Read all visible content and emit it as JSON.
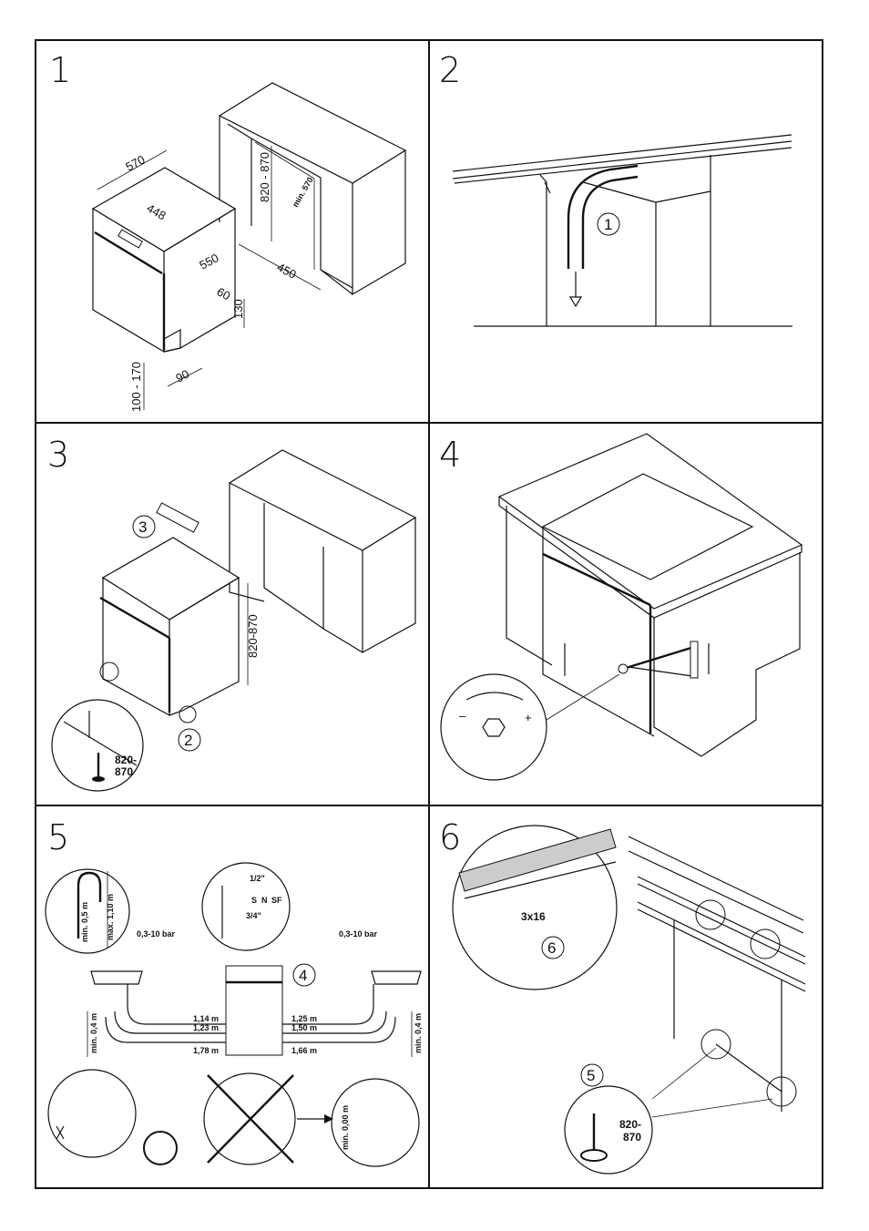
{
  "panels": [
    {
      "number": "1",
      "labels": [
        "570",
        "448",
        "820 - 870",
        "min. 570",
        "550",
        "450",
        "60",
        "130",
        "100 - 170",
        "90"
      ]
    },
    {
      "number": "2",
      "labels": [
        "1"
      ]
    },
    {
      "number": "3",
      "labels": [
        "3",
        "820-870",
        "2",
        "820-\n870"
      ]
    },
    {
      "number": "4",
      "labels": [
        "–",
        "+"
      ]
    },
    {
      "number": "5",
      "labels": [
        "max. 1,10 m",
        "min. 0,5 m",
        "0,3-10 bar",
        "0,3-10 bar",
        "1/2\"",
        "3/4\"",
        "S",
        "N",
        "SF",
        "4",
        "1,14 m",
        "1,23 m",
        "1,78 m",
        "1,25 m",
        "1,50 m",
        "1,66 m",
        "min. 0,4 m",
        "min. 0,4 m",
        "min. 0,00 m"
      ]
    },
    {
      "number": "6",
      "labels": [
        "3x16",
        "6",
        "5",
        "820-",
        "870"
      ]
    }
  ],
  "texts": {
    "p1_570": "570",
    "p1_448": "448",
    "p1_820": "820 - 870",
    "p1_min570": "min. 570",
    "p1_550": "550",
    "p1_450": "450",
    "p1_60": "60",
    "p1_130": "130",
    "p1_100": "100 - 170",
    "p1_90": "90",
    "p2_c1": "1",
    "p3_c3": "3",
    "p3_820": "820-870",
    "p3_c2": "2",
    "p3_820a": "820-",
    "p3_870a": "870",
    "p4_minus": "–",
    "p4_plus": "+",
    "p5_max": "max. 1,10 m",
    "p5_min05": "min. 0,5 m",
    "p5_barL": "0,3-10 bar",
    "p5_barR": "0,3-10 bar",
    "p5_half": "1/2\"",
    "p5_34": "3/4\"",
    "p5_s": "S",
    "p5_n": "N",
    "p5_sf": "SF",
    "p5_c4": "4",
    "p5_114": "1,14 m",
    "p5_123": "1,23 m",
    "p5_178": "1,78 m",
    "p5_125": "1,25 m",
    "p5_150": "1,50 m",
    "p5_166": "1,66 m",
    "p5_minL": "min. 0,4 m",
    "p5_minR": "min. 0,4 m",
    "p5_min00": "min. 0,00 m",
    "p6_3x16": "3x16",
    "p6_c6": "6",
    "p6_c5": "5",
    "p6_820": "820-",
    "p6_870": "870"
  },
  "colors": {
    "line": "#111111",
    "background": "#ffffff"
  }
}
